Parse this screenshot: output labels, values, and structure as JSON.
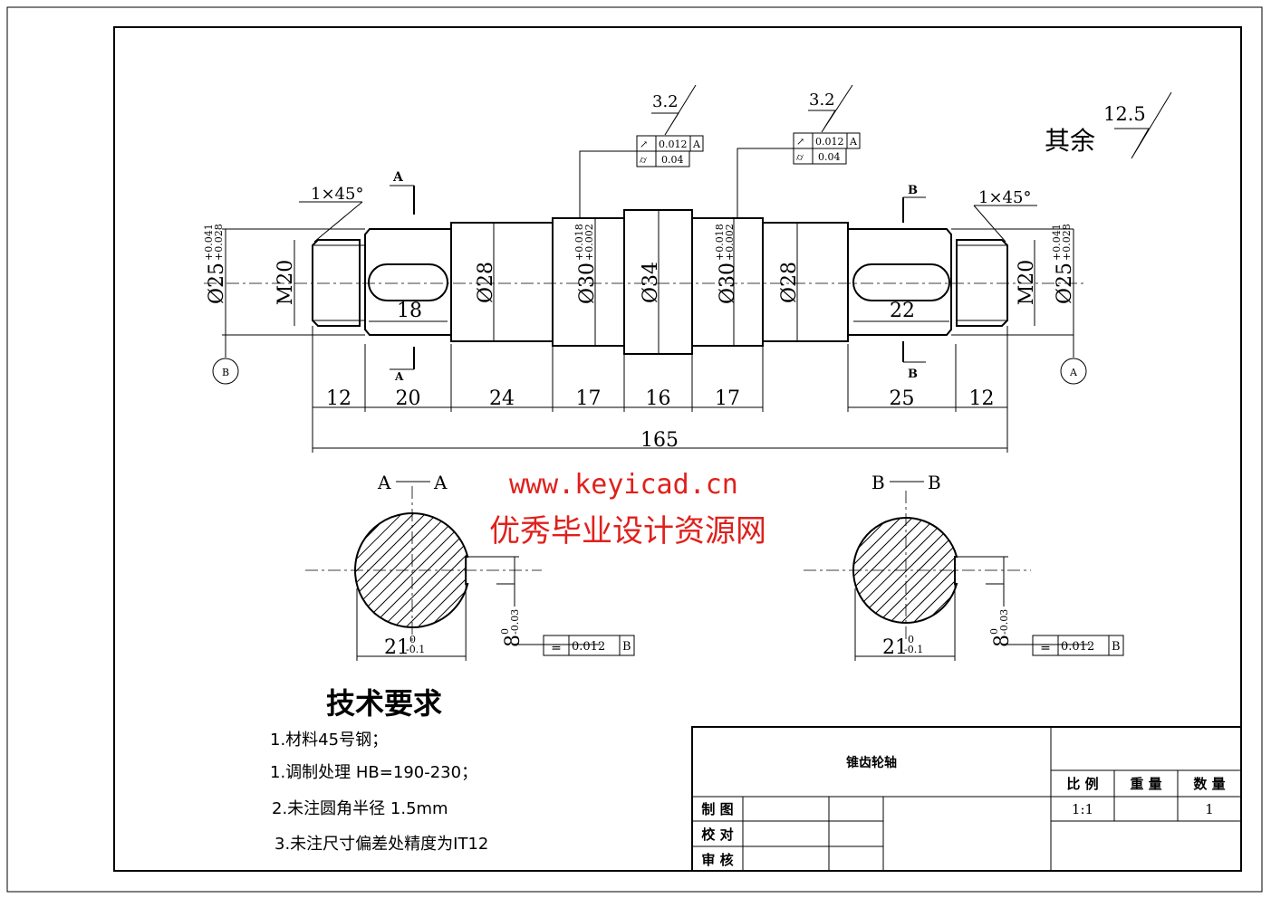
{
  "drawing": {
    "surface_finish_default": {
      "label": "其余",
      "value": "12.5"
    },
    "roughness_left": "3.2",
    "roughness_right": "3.2",
    "tolerance_frames": {
      "runout": {
        "value": "0.012",
        "datum": "A"
      },
      "cylindricity": {
        "value": "0.04"
      },
      "symmetry": {
        "value": "0.012",
        "datum": "B"
      }
    },
    "chamfer": "1×45°",
    "section_marks": {
      "a": "A",
      "b": "B"
    },
    "datums": {
      "left": "B",
      "right": "A"
    },
    "diameters": {
      "d25": "Ø25",
      "d25_upper": "+0.041",
      "d25_lower": "+0.028",
      "m20": "M20",
      "d28": "Ø28",
      "d30": "Ø30",
      "d30_upper": "+0.018",
      "d30_lower": "+0.002",
      "d34": "Ø34"
    },
    "keyway_lengths": {
      "left": "18",
      "right": "22"
    },
    "lengths": [
      "12",
      "20",
      "24",
      "17",
      "16",
      "17",
      "25",
      "12"
    ],
    "total_length": "165",
    "sections": {
      "aa": {
        "title_left": "A",
        "title_right": "A",
        "width": "21",
        "width_upper": "0",
        "width_lower": "-0.1",
        "key": "8",
        "key_upper": "0",
        "key_lower": "-0.03"
      },
      "bb": {
        "title_left": "B",
        "title_right": "B",
        "width": "21",
        "width_upper": "0",
        "width_lower": "-0.1",
        "key": "8",
        "key_upper": "0",
        "key_lower": "-0.03"
      }
    }
  },
  "watermark": {
    "title": "优秀毕业设计资源网",
    "url": "www.keyicad.cn"
  },
  "requirements": {
    "heading": "技术要求",
    "items": [
      "1.材料45号钢；",
      "1.调制处理 HB=190-230；",
      "2.未注圆角半径 1.5mm",
      "3.未注尺寸偏差处精度为IT12"
    ]
  },
  "title_block": {
    "part_name": "锥齿轮轴",
    "scale_label": "比 例",
    "weight_label": "重 量",
    "qty_label": "数 量",
    "scale": "1:1",
    "weight": "",
    "qty": "1",
    "rows": [
      "制 图",
      "校 对",
      "审 核"
    ]
  }
}
